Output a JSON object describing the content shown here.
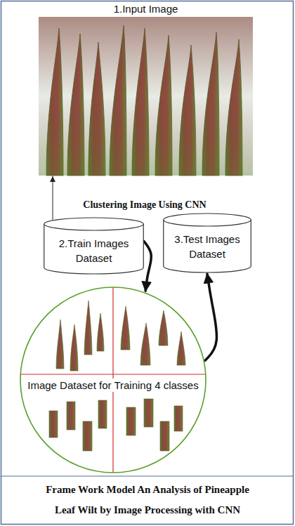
{
  "diagram": {
    "caption": "Frame Work Model An Analysis of Pineapple Leaf Wilt by Image Processing with CNN",
    "nodes": [
      {
        "text": [
          "1.Input Image"
        ]
      },
      {
        "text": [
          "2.Train Images Dataset"
        ]
      },
      {
        "text": [
          "3.Test Images Dataset"
        ]
      },
      {
        "text": [
          "Image Dataset for Training 4 classes"
        ]
      }
    ],
    "edges": [
      {
        "from": 1,
        "to": 0,
        "arrow": "to"
      },
      {
        "from": 1,
        "to": 3,
        "arrow": "to"
      },
      {
        "from": 3,
        "to": 2,
        "arrow": "to"
      }
    ],
    "labels": [
      "Clustering Image Using CNN"
    ]
  }
}
